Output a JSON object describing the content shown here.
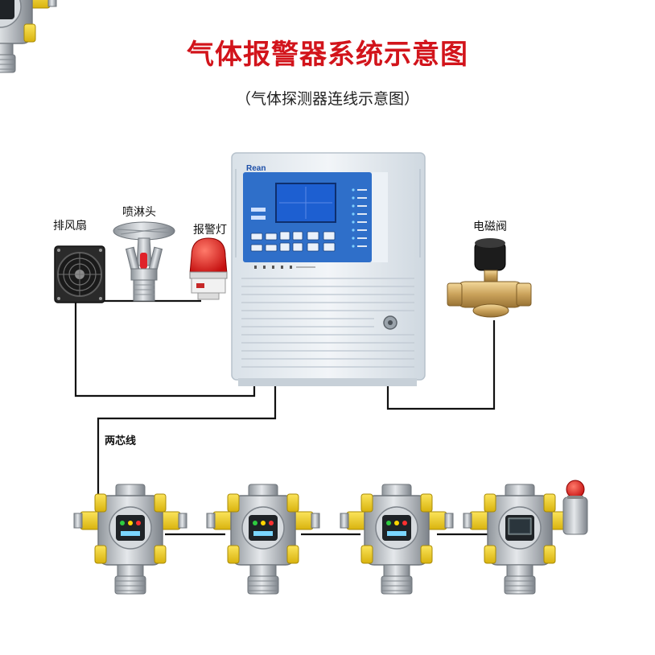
{
  "header": {
    "title": "气体报警器系统示意图",
    "subtitle": "（气体探测器连线示意图）"
  },
  "labels": {
    "fan": "排风扇",
    "sprinkler": "喷淋头",
    "alarm_light": "报警灯",
    "solenoid_valve": "电磁阀",
    "two_core_wire": "两芯线"
  },
  "controller": {
    "brand": "Rean"
  },
  "detectors": [
    {
      "id": "detector-1",
      "style": "dual-led"
    },
    {
      "id": "detector-2",
      "style": "dual-led"
    },
    {
      "id": "detector-3",
      "style": "dual-led"
    },
    {
      "id": "detector-4",
      "style": "lcd-with-beacon"
    }
  ],
  "colors": {
    "title": "#d2141b",
    "wire": "#111111",
    "controller_body": "#e8eef3",
    "panel_blue": "#2f6fc9",
    "lcd": "#1d5fd1",
    "detector_yellow": "#f5d320",
    "alarm_red": "#e01e1e"
  }
}
